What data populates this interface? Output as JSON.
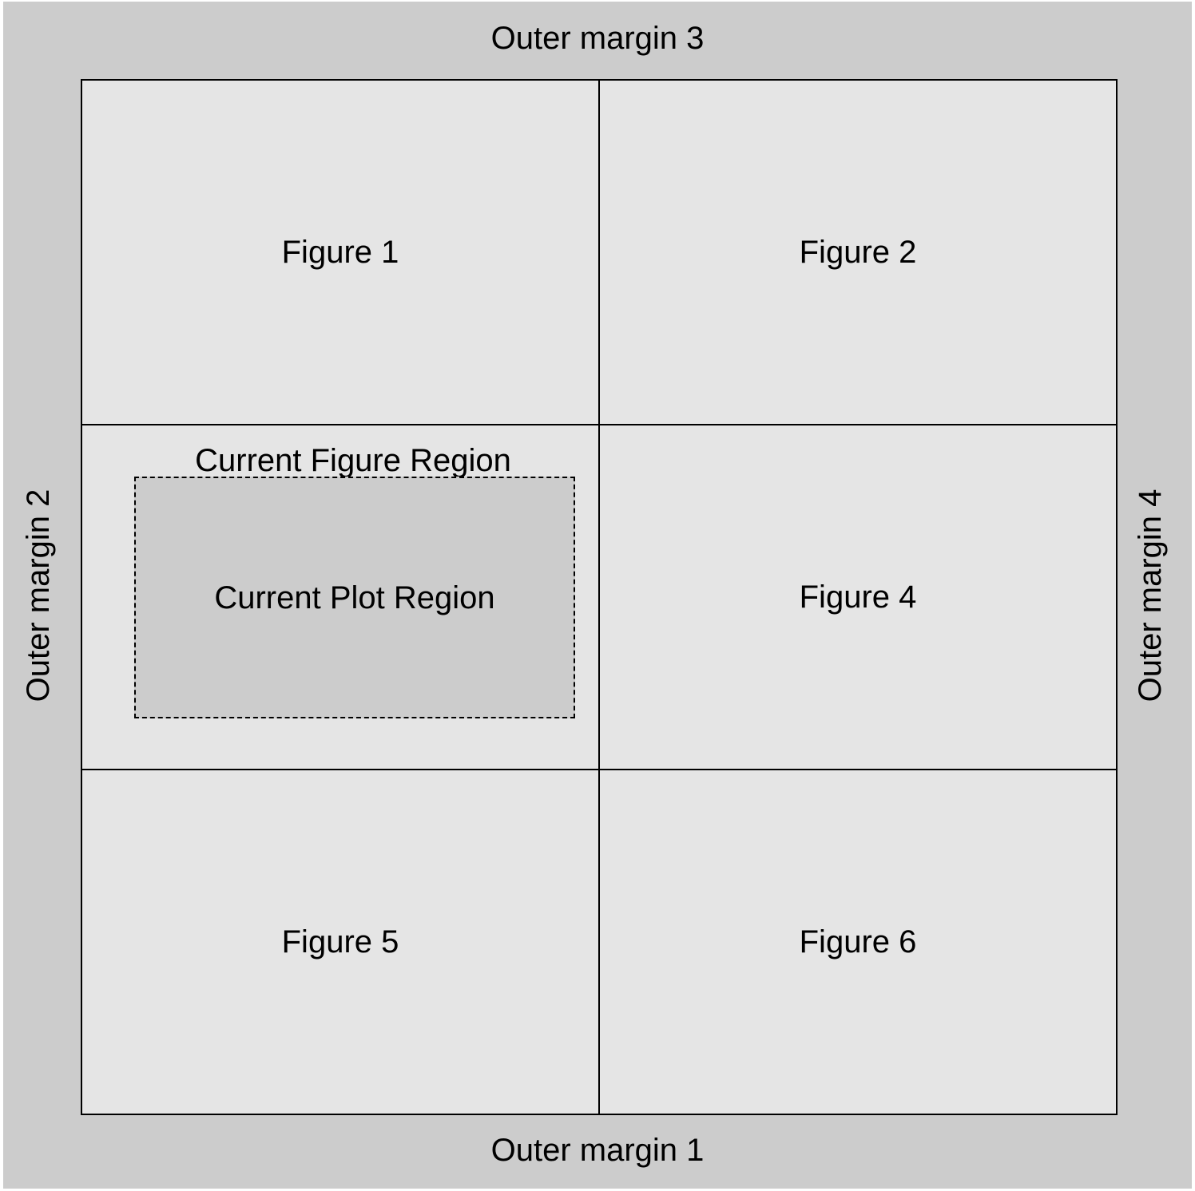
{
  "outer_margins": {
    "top": "Outer margin 3",
    "bottom": "Outer margin 1",
    "left": "Outer margin 2",
    "right": "Outer margin 4"
  },
  "figures": {
    "figure1": "Figure 1",
    "figure2": "Figure 2",
    "figure4": "Figure 4",
    "figure5": "Figure 5",
    "figure6": "Figure 6"
  },
  "current": {
    "figure_region_label": "Current Figure Region",
    "plot_region_label": "Current Plot Region"
  },
  "colors": {
    "outer_background": "#cccccc",
    "figure_background": "#e5e5e5",
    "plot_region_background": "#cccccc",
    "lines": "#000000"
  }
}
